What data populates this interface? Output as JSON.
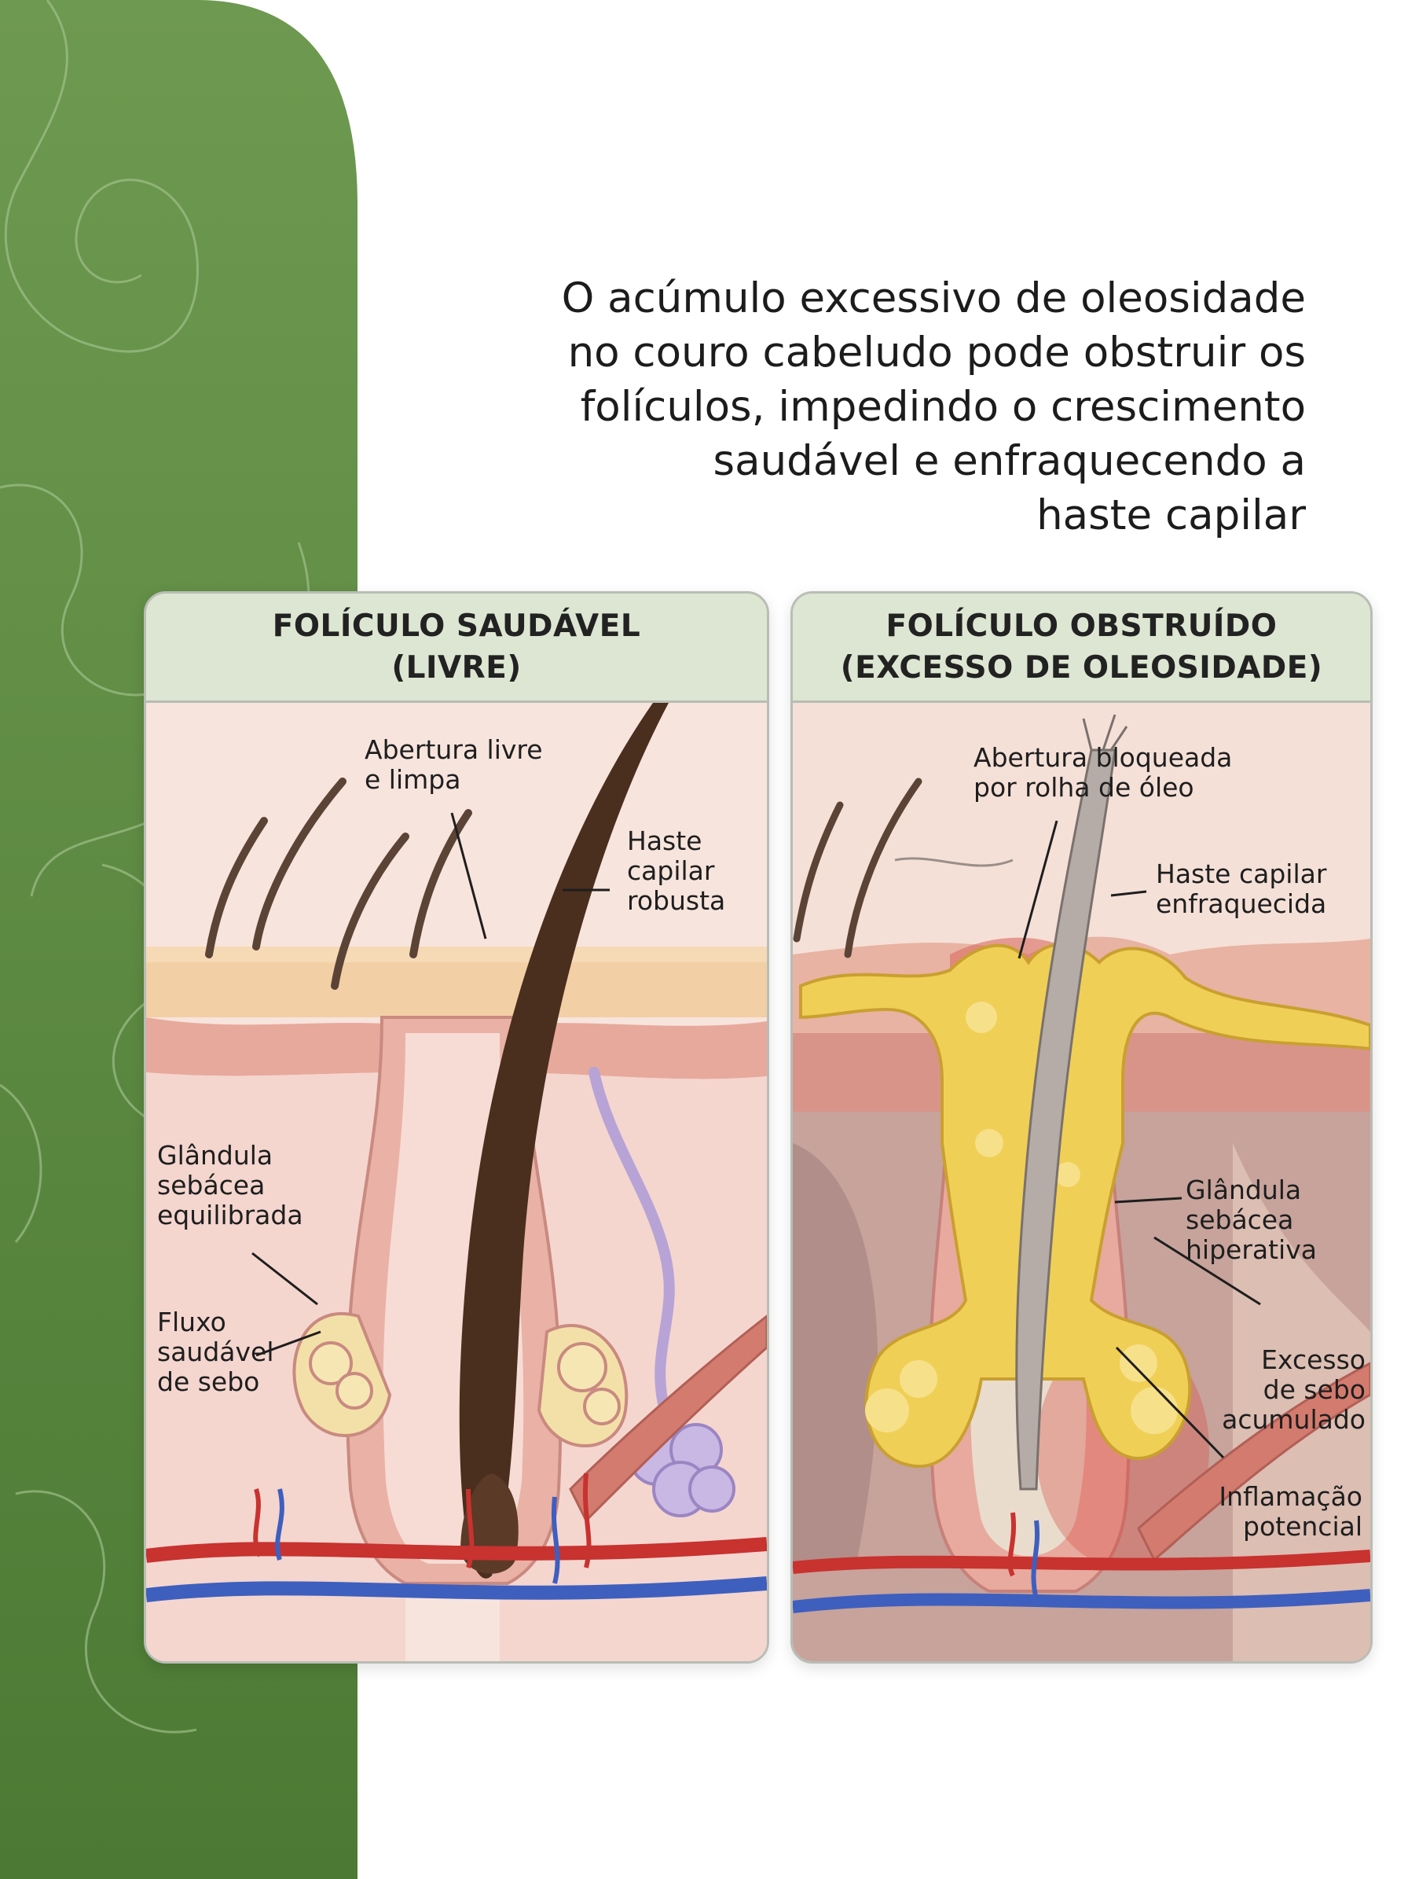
{
  "headline": {
    "lines": [
      "O acúmulo excessivo de oleosidade",
      "no couro cabeludo pode obstruir os",
      "folículos, impedindo o crescimento",
      "saudável e enfraquecendo a",
      "haste capilar"
    ]
  },
  "panels": {
    "healthy": {
      "title": [
        "FOLÍCULO SAUDÁVEL",
        "(LIVRE)"
      ],
      "labels": {
        "opening": [
          "Abertura livre",
          "e limpa"
        ],
        "shaft": [
          "Haste",
          "capilar",
          "robusta"
        ],
        "gland": [
          "Glândula",
          "sebácea",
          "equilibrada"
        ],
        "flow": [
          "Fluxo",
          "saudável",
          "de sebo"
        ]
      }
    },
    "clogged": {
      "title": [
        "FOLÍCULO OBSTRUÍDO",
        "(EXCESSO DE OLEOSIDADE)"
      ],
      "labels": {
        "opening": [
          "Abertura bloqueada",
          "por rolha de óleo"
        ],
        "shaft": [
          "Haste capilar",
          "enfraquecida"
        ],
        "gland": [
          "Glândula",
          "sebácea",
          "hiperativa"
        ],
        "excess": [
          "Excesso",
          "de sebo",
          "acumulado"
        ],
        "inflammation": [
          "Inflamação",
          "potencial"
        ]
      }
    }
  },
  "colors": {
    "brand_green": "#5e8a47",
    "header_bg": "#dde6d2",
    "sebum": "#f0cf56",
    "artery": "#c8322f",
    "vein": "#3f5fbe",
    "hair": "#4a2e1e"
  }
}
